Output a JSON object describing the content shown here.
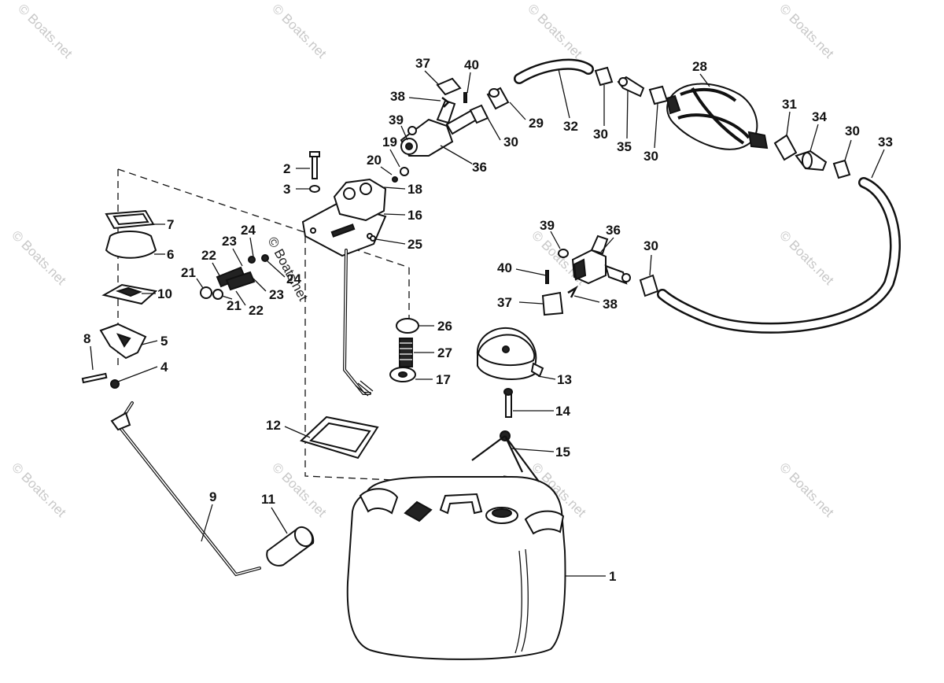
{
  "watermark": {
    "text": "© Boats.net",
    "color": "#c8c8c8"
  },
  "callouts": {
    "c1": "1",
    "c2": "2",
    "c3": "3",
    "c4": "4",
    "c5": "5",
    "c6": "6",
    "c7": "7",
    "c8": "8",
    "c9": "9",
    "c10": "10",
    "c11": "11",
    "c12": "12",
    "c13": "13",
    "c14": "14",
    "c15": "15",
    "c16": "16",
    "c17": "17",
    "c18": "18",
    "c19": "19",
    "c20": "20",
    "c21": "21",
    "c22": "22",
    "c23": "23",
    "c24": "24",
    "c25": "25",
    "c26": "26",
    "c27": "27",
    "c28": "28",
    "c29": "29",
    "c30": "30",
    "c31": "31",
    "c32": "32",
    "c33": "33",
    "c34": "34",
    "c35": "35",
    "c36": "36",
    "c37": "37",
    "c38": "38",
    "c39": "39",
    "c40": "40"
  }
}
